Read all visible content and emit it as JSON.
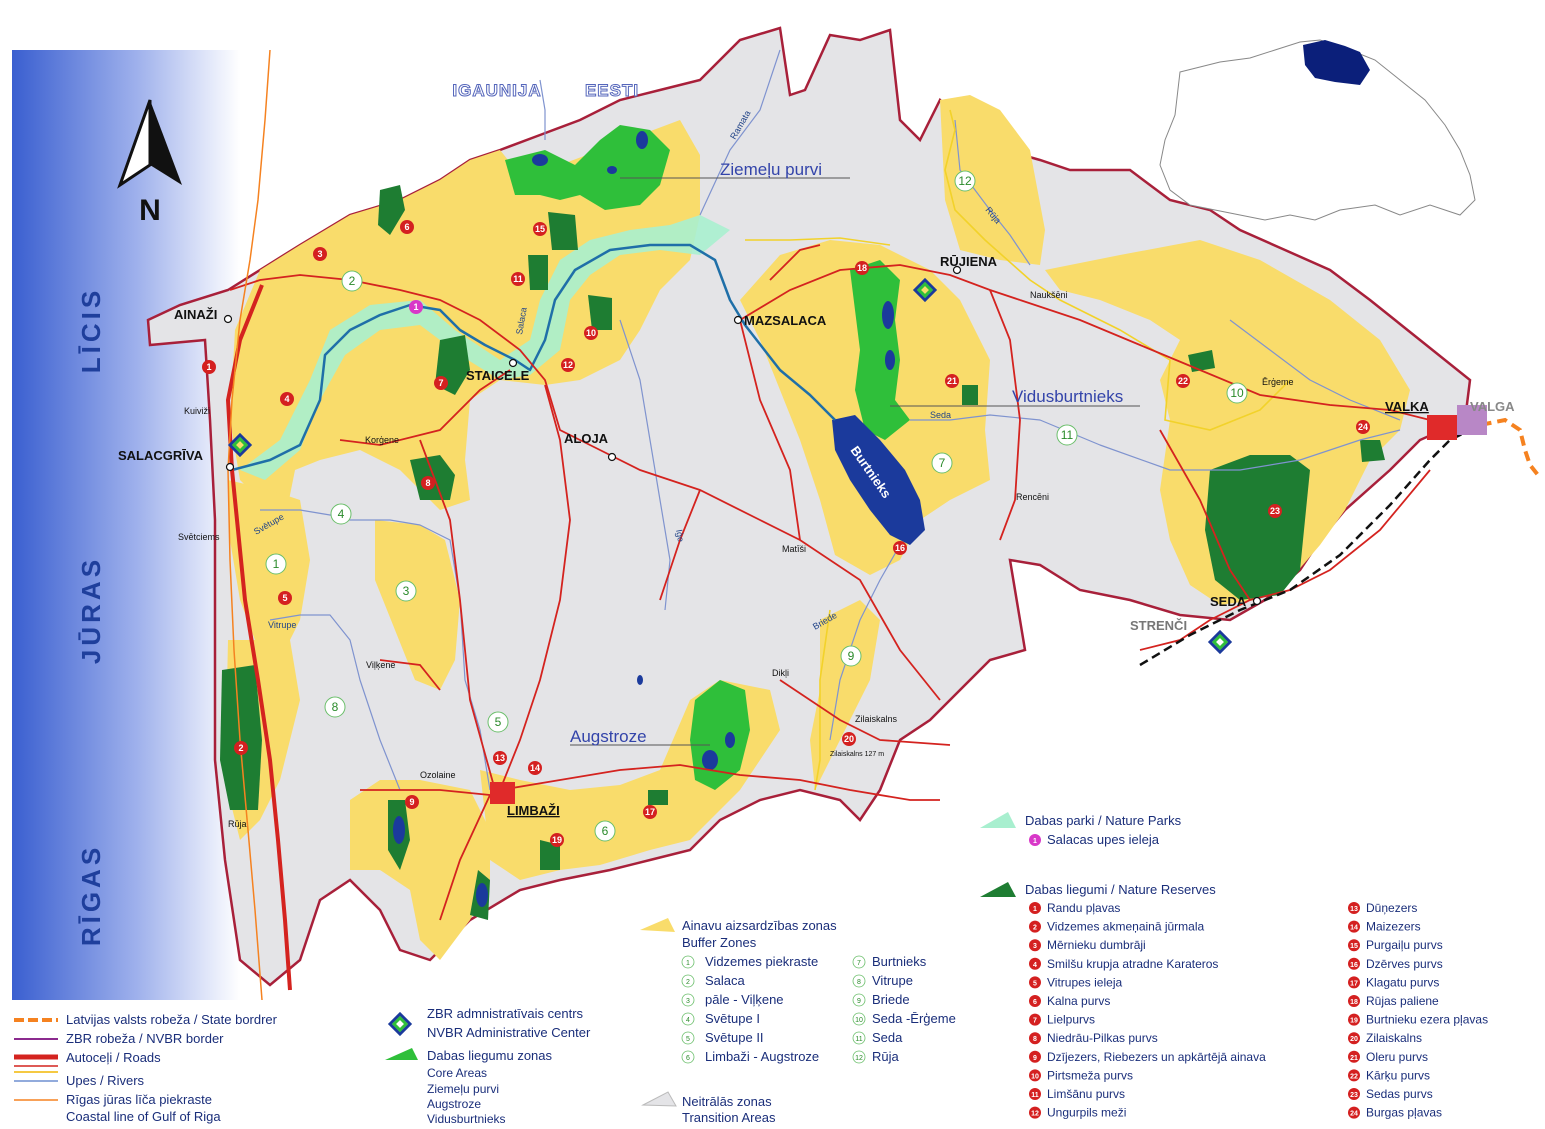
{
  "compass": {
    "letter": "N"
  },
  "sea": {
    "upper": "LĪCIS",
    "middle": "JŪRAS",
    "lower": "RĪGAS"
  },
  "neighbors": {
    "estonia_lv": "IGAUNIJA",
    "estonia_ee": "EESTI"
  },
  "towns": [
    {
      "name": "AINAŽI",
      "underline": false
    },
    {
      "name": "SALACGRĪVA",
      "underline": false
    },
    {
      "name": "STAICELE",
      "underline": false
    },
    {
      "name": "ALOJA",
      "underline": false
    },
    {
      "name": "MAZSALACA",
      "underline": false
    },
    {
      "name": "RŪJIENA",
      "underline": false
    },
    {
      "name": "VALKA",
      "underline": true
    },
    {
      "name": "VALGA",
      "underline": false
    },
    {
      "name": "SEDA",
      "underline": false
    },
    {
      "name": "STRENČI",
      "underline": false
    },
    {
      "name": "LIMBAŽI",
      "underline": true
    }
  ],
  "villages": [
    "Kuiviži",
    "Korģene",
    "Svētciems",
    "Viļķene",
    "Ozolaine",
    "Rūja",
    "Matīši",
    "Dikļi",
    "Zilaiskalns",
    "Rencēni",
    "Naukšēni",
    "Ērģeme",
    "Zilaiskalns 127 m"
  ],
  "rivers": [
    "Ramata",
    "Salaca",
    "Rūja",
    "Svētupe",
    "Vitrupe",
    "Seda",
    "Briede",
    "Iģe",
    "Burtnieks"
  ],
  "core_labels": [
    "Ziemeļu purvi",
    "Vidusburtnieks",
    "Augstroze"
  ],
  "buffer_numbers": [
    "1",
    "2",
    "3",
    "4",
    "5",
    "6",
    "7",
    "8",
    "9",
    "10",
    "11",
    "12"
  ],
  "reserve_numbers": [
    "1",
    "2",
    "3",
    "4",
    "5",
    "6",
    "7",
    "8",
    "9",
    "10",
    "11",
    "12",
    "13",
    "14",
    "15",
    "16",
    "17",
    "18",
    "19",
    "20",
    "21",
    "22",
    "23",
    "24"
  ],
  "nature_park_mark": "1",
  "legend_left": [
    {
      "label": "Latvijas valsts robeža / State bordrer",
      "color": "#f58220"
    },
    {
      "label": "ZBR robeža / NVBR border",
      "color": "#8b2a8e"
    },
    {
      "label": "Autoceļi / Roads",
      "color": "#d4231f"
    },
    {
      "label": "",
      "color": "#f2b705"
    },
    {
      "label": "Upes / Rivers",
      "color": "#6f8fd0"
    },
    {
      "label": "Rīgas jūras līča piekraste",
      "color": "#f58220"
    },
    {
      "label": "Coastal line of Gulf of Riga",
      "color": ""
    }
  ],
  "legend_center": {
    "admin_lv": "ZBR admnistratīvais centrs",
    "admin_en": "NVBR Administrative Center",
    "core_lv": "Dabas liegumu zonas",
    "core_en": "Core Areas",
    "core_items": [
      "Ziemeļu purvi",
      "Augstroze",
      "Vidusburtnieks"
    ]
  },
  "legend_buffer": {
    "title_lv": "Ainavu aizsardzības zonas",
    "title_en": "Buffer Zones",
    "items": [
      {
        "n": "1",
        "name": "Vidzemes piekraste"
      },
      {
        "n": "2",
        "name": "Salaca"
      },
      {
        "n": "3",
        "name": "pāle - Viļķene"
      },
      {
        "n": "4",
        "name": "Svētupe I"
      },
      {
        "n": "5",
        "name": "Svētupe II"
      },
      {
        "n": "6",
        "name": "Limbaži - Augstroze"
      },
      {
        "n": "7",
        "name": "Burtnieks"
      },
      {
        "n": "8",
        "name": "Vitrupe"
      },
      {
        "n": "9",
        "name": "Briede"
      },
      {
        "n": "10",
        "name": "Seda -Ērģeme"
      },
      {
        "n": "11",
        "name": "Seda"
      },
      {
        "n": "12",
        "name": "Rūja"
      }
    ],
    "transition_lv": "Neitrālās zonas",
    "transition_en": "Transition Areas"
  },
  "legend_parks": {
    "title": "Dabas parki / Nature Parks",
    "items": [
      {
        "n": "1",
        "name": "Salacas upes ieleja"
      }
    ]
  },
  "legend_reserves": {
    "title": "Dabas liegumi / Nature Reserves",
    "items": [
      {
        "n": "1",
        "name": "Randu pļavas"
      },
      {
        "n": "2",
        "name": "Vidzemes akmeņainā jūrmala"
      },
      {
        "n": "3",
        "name": "Mērnieku dumbrāji"
      },
      {
        "n": "4",
        "name": "Smilšu krupja atradne Karateros"
      },
      {
        "n": "5",
        "name": "Vitrupes ieleja"
      },
      {
        "n": "6",
        "name": "Kalna purvs"
      },
      {
        "n": "7",
        "name": "Lielpurvs"
      },
      {
        "n": "8",
        "name": "Niedrāu-Pilkas purvs"
      },
      {
        "n": "9",
        "name": "Dzījezers, Riebezers un apkārtējā ainava"
      },
      {
        "n": "10",
        "name": "Pirtsmeža purvs"
      },
      {
        "n": "11",
        "name": "Limšānu purvs"
      },
      {
        "n": "12",
        "name": "Ungurpils meži"
      },
      {
        "n": "13",
        "name": "Dūņezers"
      },
      {
        "n": "14",
        "name": "Maizezers"
      },
      {
        "n": "15",
        "name": "Purgaiļu purvs"
      },
      {
        "n": "16",
        "name": "Dzērves purvs"
      },
      {
        "n": "17",
        "name": "Klagatu purvs"
      },
      {
        "n": "18",
        "name": "Rūjas paliene"
      },
      {
        "n": "19",
        "name": "Burtnieku ezera pļavas"
      },
      {
        "n": "20",
        "name": "Zilaiskalns"
      },
      {
        "n": "21",
        "name": "Oleru purvs"
      },
      {
        "n": "22",
        "name": "Kārķu purvs"
      },
      {
        "n": "23",
        "name": "Sedas purvs"
      },
      {
        "n": "24",
        "name": "Burgas pļavas"
      }
    ]
  },
  "colors": {
    "sea": "#3a5fd0",
    "buffer": "#f9dc6b",
    "transition": "#e4e4e7",
    "core": "#2fbf3a",
    "reserve": "#1e7d32",
    "lake": "#1b3a9c",
    "border": "#a8203a",
    "road": "#d4231f",
    "park": "#a8efcf",
    "reserve_marker": "#d42020",
    "park_marker": "#d838c8"
  }
}
